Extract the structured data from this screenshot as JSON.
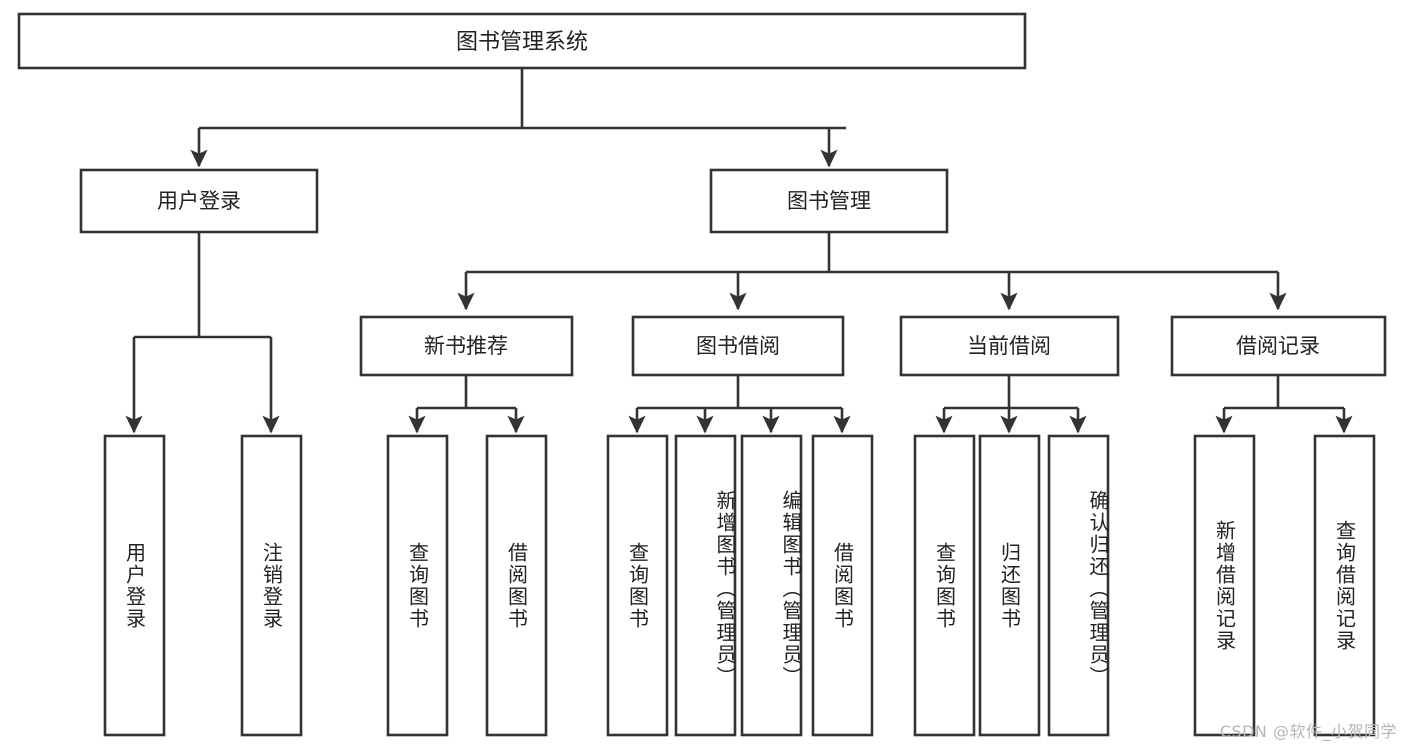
{
  "diagram": {
    "type": "hierarchy-tree",
    "title": "图书管理系统",
    "watermark": "CSDN @软件_小贺同学",
    "colors": {
      "stroke": "#333333",
      "fill": "#ffffff",
      "text": "#222222",
      "watermark": "#b6b6b6"
    },
    "root": {
      "label": "图书管理系统"
    },
    "level1": [
      {
        "label": "用户登录"
      },
      {
        "label": "图书管理"
      }
    ],
    "level2": [
      {
        "label": "新书推荐"
      },
      {
        "label": "图书借阅"
      },
      {
        "label": "当前借阅"
      },
      {
        "label": "借阅记录"
      }
    ],
    "leaves": {
      "user_login": [
        {
          "label": "用户登录"
        },
        {
          "label": "注销登录"
        }
      ],
      "new_book_recommend": [
        {
          "label": "查询图书"
        },
        {
          "label": "借阅图书"
        }
      ],
      "book_borrow": [
        {
          "label": "查询图书"
        },
        {
          "label": "新增图书（管理员）"
        },
        {
          "label": "编辑图书（管理员）"
        },
        {
          "label": "借阅图书"
        }
      ],
      "current_borrow": [
        {
          "label": "查询图书"
        },
        {
          "label": "归还图书"
        },
        {
          "label": "确认归还（管理员）"
        }
      ],
      "borrow_record": [
        {
          "label": "新增借阅记录"
        },
        {
          "label": "查询借阅记录"
        }
      ]
    }
  }
}
